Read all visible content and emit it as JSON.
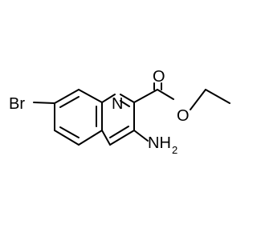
{
  "molecule": {
    "atoms": {
      "bromine": "Br",
      "ring_nitrogen": "N",
      "carbonyl_oxygen": "O",
      "ester_oxygen": "O",
      "amine_nitrogen": "NH",
      "amine_subscript": "2"
    },
    "colors": {
      "bond": "#000000",
      "text": "#000000",
      "background": "#ffffff"
    }
  }
}
